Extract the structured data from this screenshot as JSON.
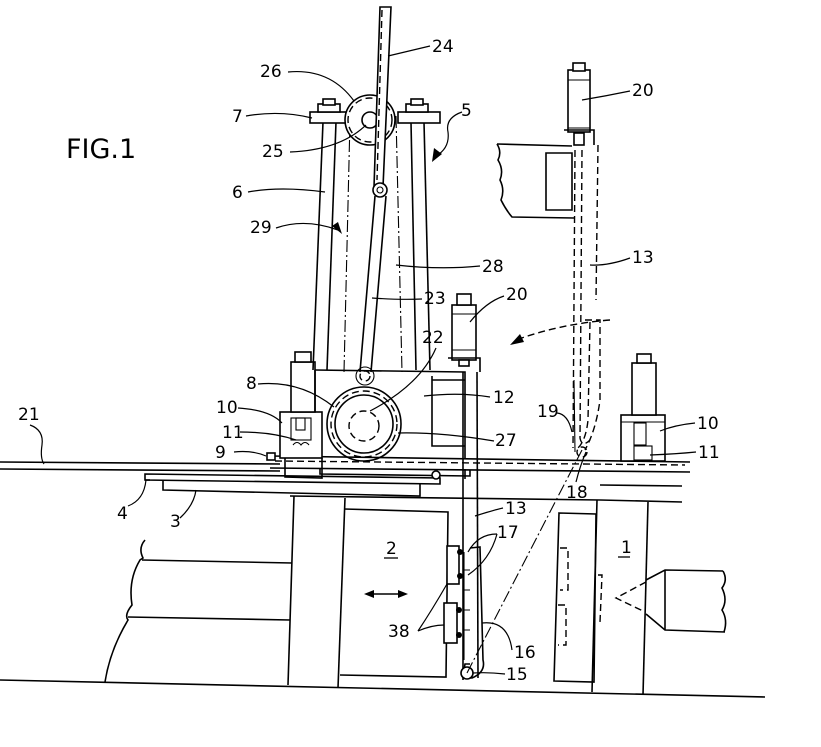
{
  "figure": {
    "title": "FIG.1",
    "colors": {
      "line": "#000000",
      "background": "#ffffff"
    }
  },
  "labels": {
    "l1": "1",
    "l2": "2",
    "l3": "3",
    "l4": "4",
    "l5": "5",
    "l6": "6",
    "l7": "7",
    "l8": "8",
    "l9": "9",
    "l10a": "10",
    "l10b": "10",
    "l11a": "11",
    "l11b": "11",
    "l12": "12",
    "l13a": "13",
    "l13b": "13",
    "l15": "15",
    "l16": "16",
    "l17": "17",
    "l18": "18",
    "l19": "19",
    "l20a": "20",
    "l20b": "20",
    "l21": "21",
    "l22": "22",
    "l23": "23",
    "l24": "24",
    "l25": "25",
    "l26": "26",
    "l27": "27",
    "l28": "28",
    "l29": "29",
    "l38": "38"
  }
}
